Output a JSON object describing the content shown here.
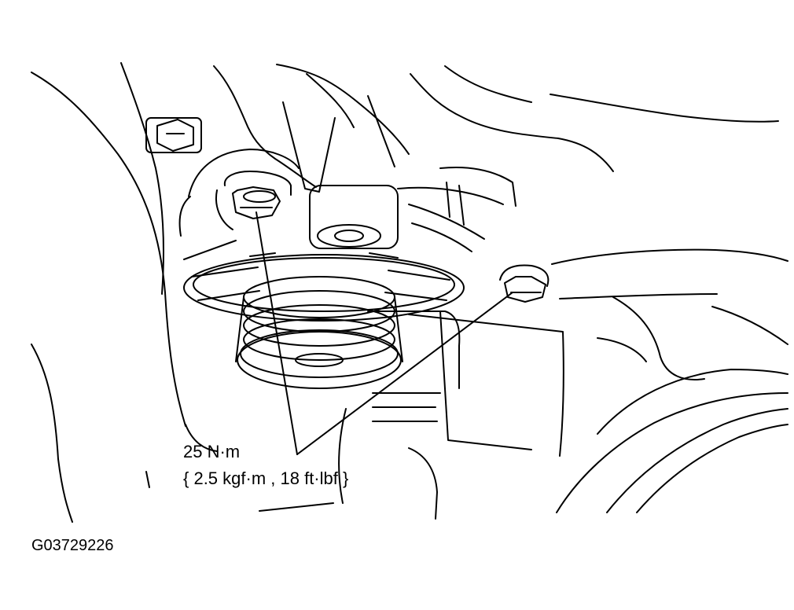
{
  "figure": {
    "torque_primary": "25 N·m",
    "torque_secondary": "{ 2.5 kgf·m , 18 ft·lbf }",
    "code": "G03729226"
  },
  "colors": {
    "line": "#000000",
    "background": "#ffffff"
  }
}
